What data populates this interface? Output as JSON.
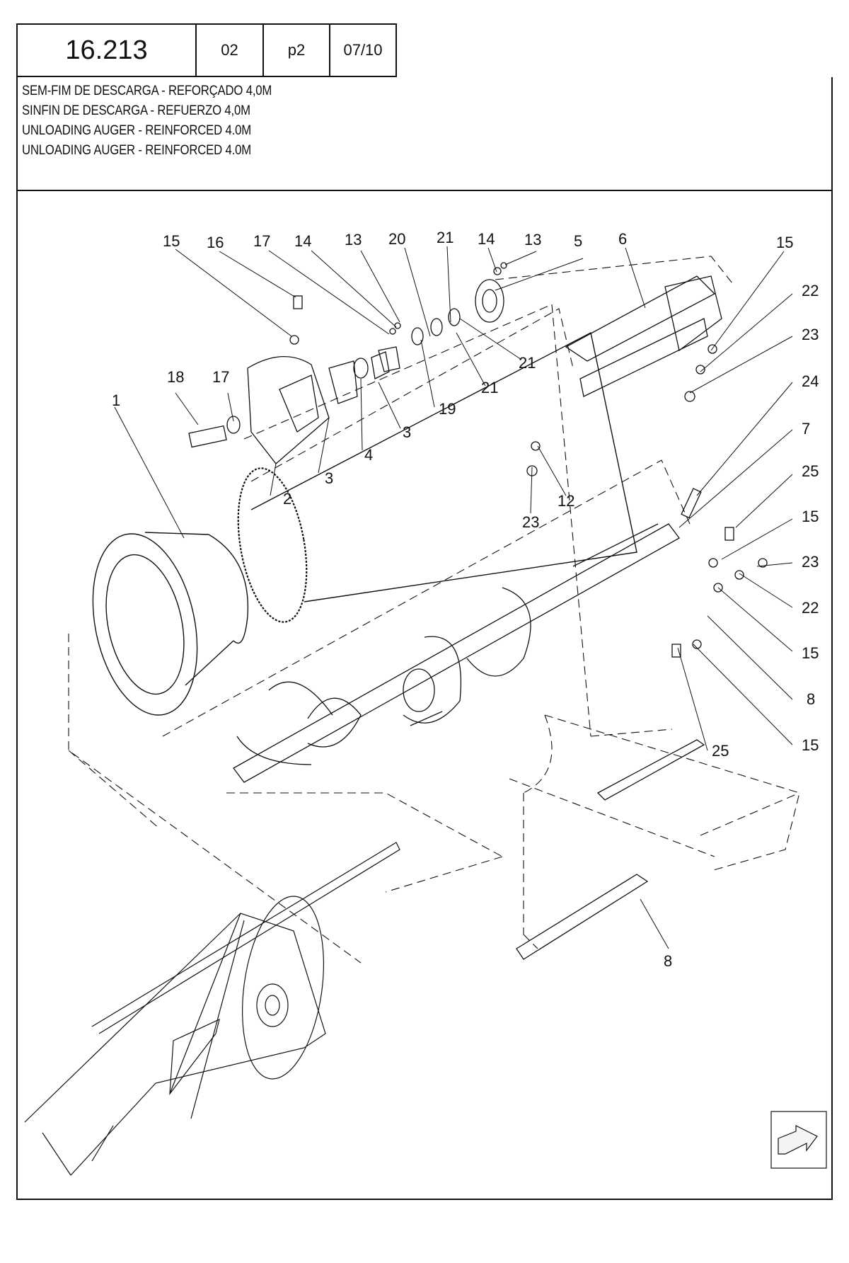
{
  "header": {
    "page_code": "16.213",
    "revision": "02",
    "page": "p2",
    "date": "07/10"
  },
  "titles": [
    "SEM-FIM DE DESCARGA - REFORÇADO 4,0M",
    "SINFIN DE DESCARGA - REFUERZO 4,0M",
    "UNLOADING AUGER - REINFORCED 4.0M",
    "UNLOADING AUGER - REINFORCED 4.0M"
  ],
  "callouts": {
    "top_row": [
      "15",
      "16",
      "17",
      "14",
      "13",
      "20",
      "21",
      "14",
      "13",
      "5",
      "6",
      "15"
    ],
    "c1": "1",
    "c2": "2",
    "c3a": "3",
    "c3b": "3",
    "c4": "4",
    "c7": "7",
    "c8a": "8",
    "c8b": "8",
    "c12": "12",
    "c15a": "15",
    "c15b": "15",
    "c15c": "15",
    "c17": "17",
    "c18": "18",
    "c19": "19",
    "c21a": "21",
    "c21b": "21",
    "c22a": "22",
    "c22b": "22",
    "c23a": "23",
    "c23b": "23",
    "c23c": "23",
    "c24": "24",
    "c25a": "25",
    "c25b": "25"
  }
}
